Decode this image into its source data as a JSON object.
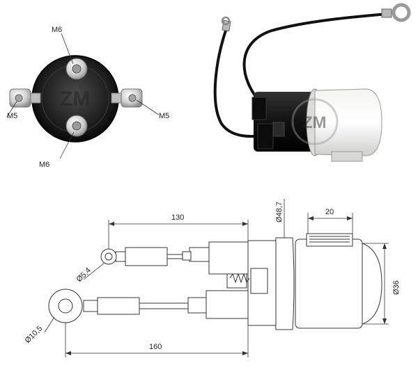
{
  "end_view": {
    "labels": {
      "top_terminal": "M6",
      "bottom_terminal": "M6",
      "left_terminal": "M5",
      "right_terminal": "M5"
    },
    "watermark": "ZM"
  },
  "photo": {
    "watermark": "ZM"
  },
  "drawing": {
    "dimensions": {
      "length_top": "130",
      "length_bottom": "160",
      "width_right": "20",
      "flange_diameter": "Ø48,7",
      "body_diameter": "Ø36",
      "eyelet_small": "Ø5,4",
      "eyelet_large": "Ø10,5"
    }
  },
  "colors": {
    "line": "#333333",
    "body_dark": "#1a1a1a",
    "body_light": "#e8e8e6",
    "metal": "#c9c9c9"
  }
}
